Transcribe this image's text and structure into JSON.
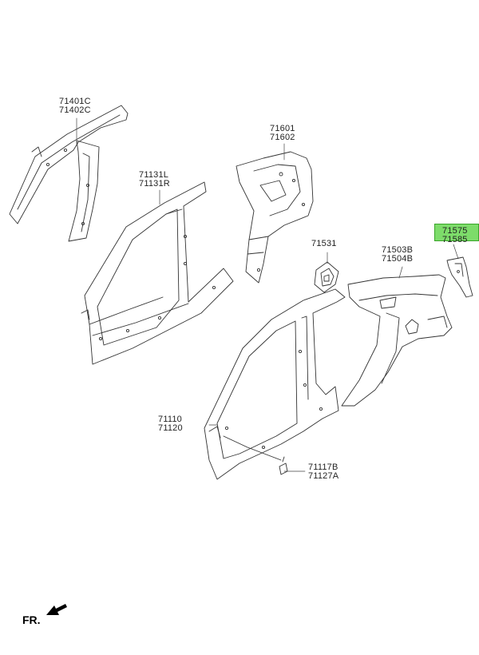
{
  "labels": {
    "a_pillar": [
      "71401C",
      "71402C"
    ],
    "side_inner": [
      "71131L",
      "71131R"
    ],
    "quarter_inner": [
      "71601",
      "71602"
    ],
    "fuel_door": "71531",
    "quarter_outer": [
      "71503B",
      "71504B"
    ],
    "bracket": [
      "71575",
      "71585"
    ],
    "side_outer": [
      "71110",
      "71120"
    ],
    "clip": [
      "71117B",
      "71127A"
    ]
  },
  "highlight_color": "#7ddc6a",
  "front_label": "FR.",
  "front_icon": "arrow-front-icon"
}
